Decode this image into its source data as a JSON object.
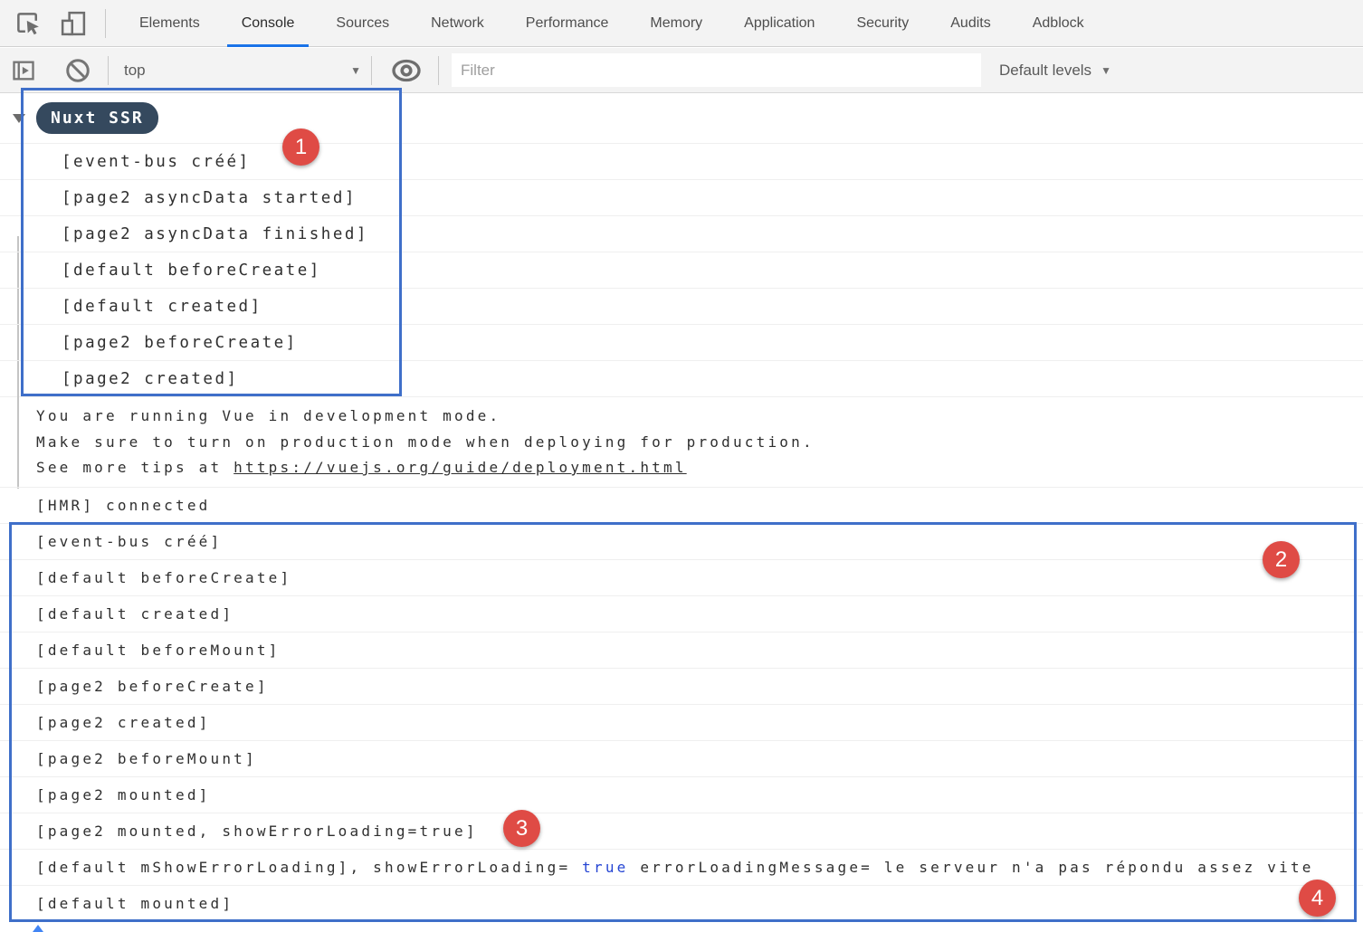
{
  "devtools": {
    "tabs": [
      "Elements",
      "Console",
      "Sources",
      "Network",
      "Performance",
      "Memory",
      "Application",
      "Security",
      "Audits",
      "Adblock"
    ],
    "active_tab": "Console",
    "toolbar": {
      "context": "top",
      "filter_placeholder": "Filter",
      "levels": "Default levels"
    }
  },
  "console": {
    "badge": "Nuxt SSR",
    "group_lines": [
      "[event-bus créé]",
      "[page2 asyncData started]",
      "[page2 asyncData finished]",
      "[default beforeCreate]",
      "[default created]",
      "[page2 beforeCreate]",
      "[page2 created]"
    ],
    "warning": {
      "l1": "You are running Vue in development mode.",
      "l2": "Make sure to turn on production mode when deploying for production.",
      "l3_prefix": "See more tips at ",
      "l3_link": "https://vuejs.org/guide/deployment.html"
    },
    "hmr": "[HMR] connected",
    "main_lines": [
      "[event-bus créé]",
      "[default beforeCreate]",
      "[default created]",
      "[default beforeMount]",
      "[page2 beforeCreate]",
      "[page2 created]",
      "[page2 beforeMount]",
      "[page2 mounted]",
      "[page2 mounted, showErrorLoading=true]",
      "[default mounted]"
    ],
    "error_line": {
      "prefix": "[default mShowErrorLoading], showErrorLoading= ",
      "bool": "true",
      "suffix": " errorLoadingMessage= le serveur n'a pas répondu assez vite"
    }
  },
  "annotations": {
    "n1": "1",
    "n2": "2",
    "n3": "3",
    "n4": "4"
  },
  "colors": {
    "annotation_box": "#3f6fc9",
    "annotation_circle": "#df4b45",
    "badge_bg": "#35495e",
    "boolean_blue": "#2545d3",
    "active_tab_underline": "#1a73e8",
    "toolbar_bg": "#f3f3f3"
  }
}
